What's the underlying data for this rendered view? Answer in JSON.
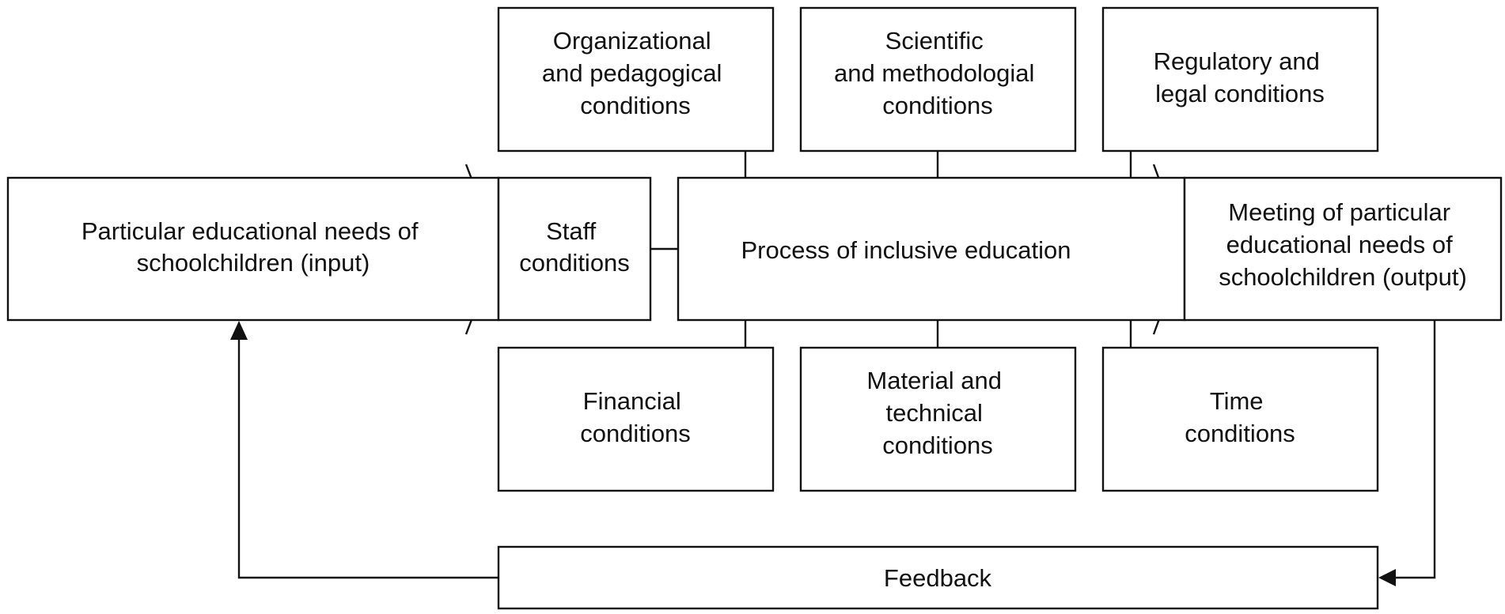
{
  "nodes": {
    "input": {
      "lines": [
        "Particular educational needs of",
        "schoolchildren (input)"
      ]
    },
    "organizational": {
      "lines": [
        "Organizational",
        "and pedagogical",
        "conditions"
      ]
    },
    "scientific": {
      "lines": [
        "Scientific",
        "and methodologial",
        "conditions"
      ]
    },
    "regulatory": {
      "lines": [
        "Regulatory and",
        "legal conditions"
      ]
    },
    "staff": {
      "lines": [
        "Staff",
        "conditions"
      ]
    },
    "process": {
      "lines": [
        "Process of inclusive education"
      ]
    },
    "output": {
      "lines": [
        "Meeting of particular",
        "educational needs of",
        "schoolchildren (output)"
      ]
    },
    "financial": {
      "lines": [
        "Financial",
        "conditions"
      ]
    },
    "material": {
      "lines": [
        "Material and",
        "technical",
        "conditions"
      ]
    },
    "time": {
      "lines": [
        "Time",
        "conditions"
      ]
    },
    "feedback": {
      "lines": [
        "Feedback"
      ]
    }
  },
  "edges": [
    {
      "from": "organizational",
      "to": "process",
      "type": "line"
    },
    {
      "from": "scientific",
      "to": "process",
      "type": "line"
    },
    {
      "from": "regulatory",
      "to": "process",
      "type": "line"
    },
    {
      "from": "staff",
      "to": "process",
      "type": "line"
    },
    {
      "from": "financial",
      "to": "process",
      "type": "line"
    },
    {
      "from": "material",
      "to": "process",
      "type": "line"
    },
    {
      "from": "time",
      "to": "process",
      "type": "line"
    },
    {
      "from": "output",
      "to": "feedback",
      "type": "arrow"
    },
    {
      "from": "feedback",
      "to": "input",
      "type": "arrow"
    }
  ]
}
